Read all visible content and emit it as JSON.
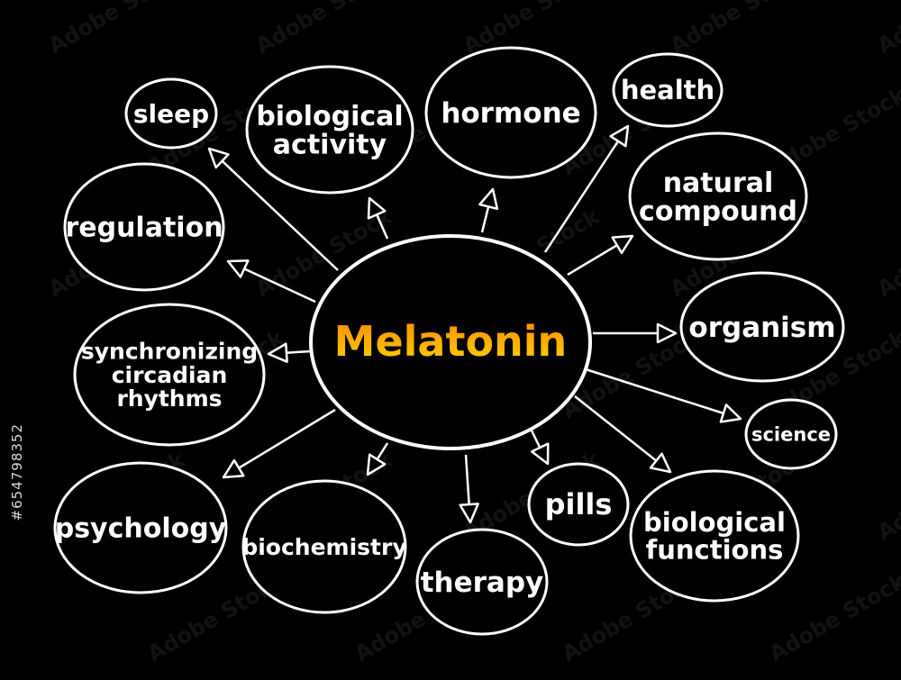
{
  "colors": {
    "background": "#000000",
    "stroke": "#ffffff",
    "text": "#ffffff",
    "center_gradient_top": "#ff8a00",
    "center_gradient_bottom": "#ffd400"
  },
  "center": {
    "label": "Melatonin"
  },
  "nodes": [
    {
      "id": "sleep",
      "lines": [
        "sleep"
      ]
    },
    {
      "id": "biological-activity",
      "lines": [
        "biological",
        "activity"
      ]
    },
    {
      "id": "hormone",
      "lines": [
        "hormone"
      ]
    },
    {
      "id": "health",
      "lines": [
        "health"
      ]
    },
    {
      "id": "natural-compound",
      "lines": [
        "natural",
        "compound"
      ]
    },
    {
      "id": "regulation",
      "lines": [
        "regulation"
      ]
    },
    {
      "id": "organism",
      "lines": [
        "organism"
      ]
    },
    {
      "id": "synchronizing-circadian-rhythms",
      "lines": [
        "synchronizing",
        "circadian",
        "rhythms"
      ]
    },
    {
      "id": "science",
      "lines": [
        "science"
      ]
    },
    {
      "id": "psychology",
      "lines": [
        "psychology"
      ]
    },
    {
      "id": "biochemistry",
      "lines": [
        "biochemistry"
      ]
    },
    {
      "id": "therapy",
      "lines": [
        "therapy"
      ]
    },
    {
      "id": "pills",
      "lines": [
        "pills"
      ]
    },
    {
      "id": "biological-functions",
      "lines": [
        "biological",
        "functions"
      ]
    }
  ],
  "watermark": {
    "text": "Adobe Stock",
    "stock_id": "#654798352"
  }
}
